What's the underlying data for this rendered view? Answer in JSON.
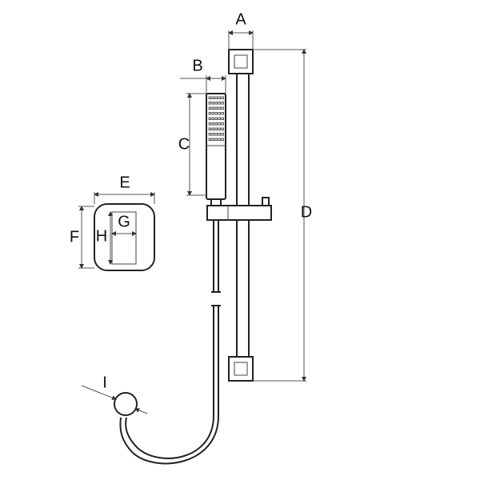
{
  "dimension_labels": {
    "A": "A",
    "B": "B",
    "C": "C",
    "D": "D",
    "E": "E",
    "F": "F",
    "G": "G",
    "H": "H",
    "I": "I"
  }
}
